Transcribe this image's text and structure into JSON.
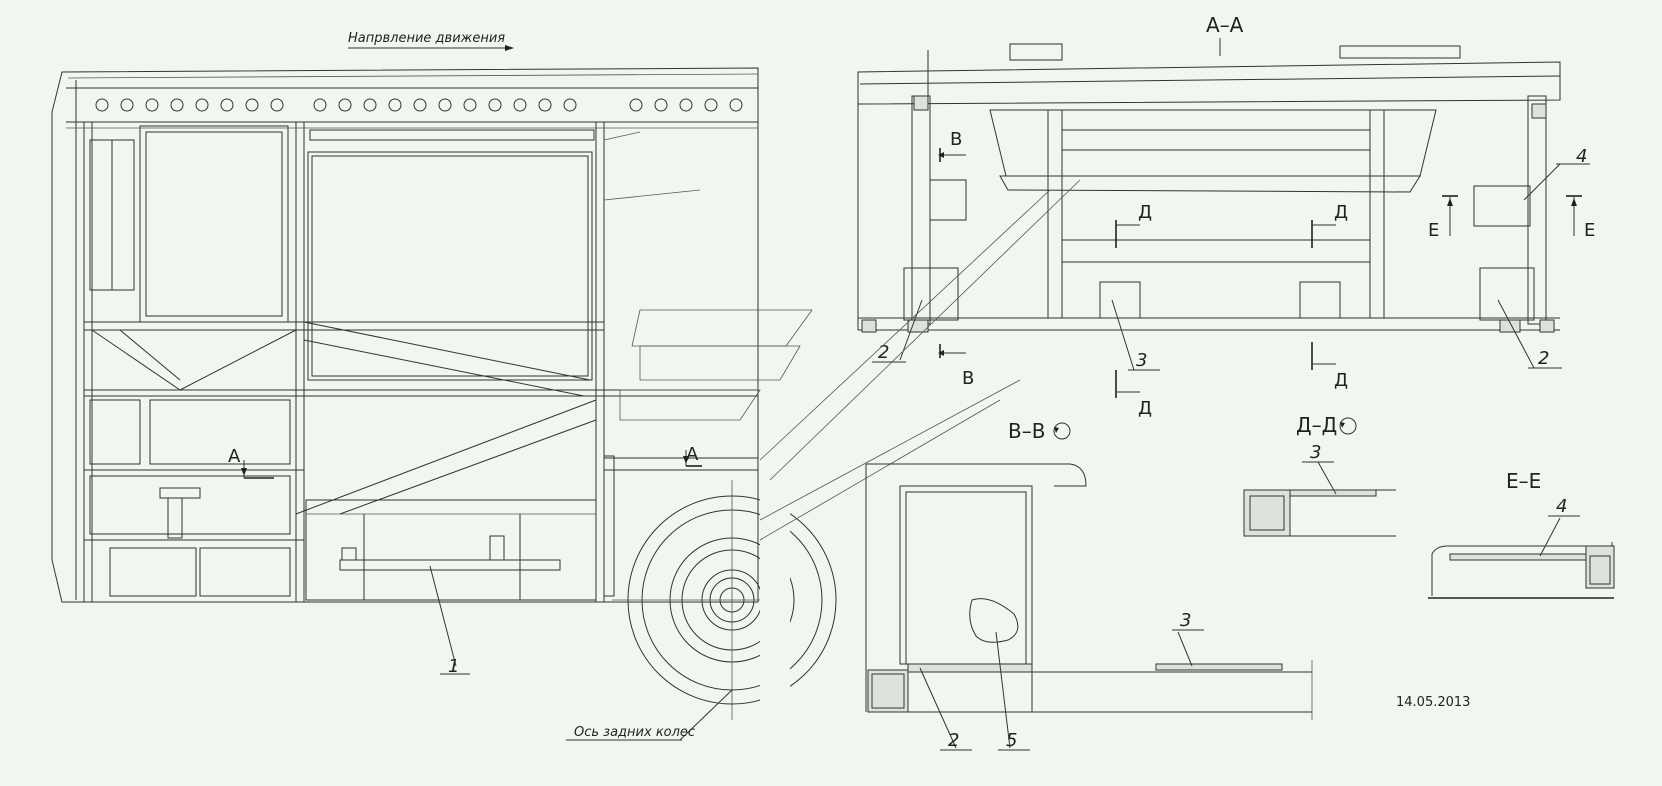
{
  "labels": {
    "direction": "Напрвление движения",
    "rear_axle": "Ось задних колес",
    "date": "14.05.2013",
    "section_aa": "А–А",
    "section_vv": "В–В",
    "section_dd": "Д–Д",
    "section_ee": "Е–Е"
  },
  "cut_marks": {
    "a": "А",
    "v": "В",
    "d": "Д",
    "e": "Е"
  },
  "callouts": {
    "p1": "1",
    "p2": "2",
    "p3": "3",
    "p4": "4",
    "p5": "5"
  }
}
